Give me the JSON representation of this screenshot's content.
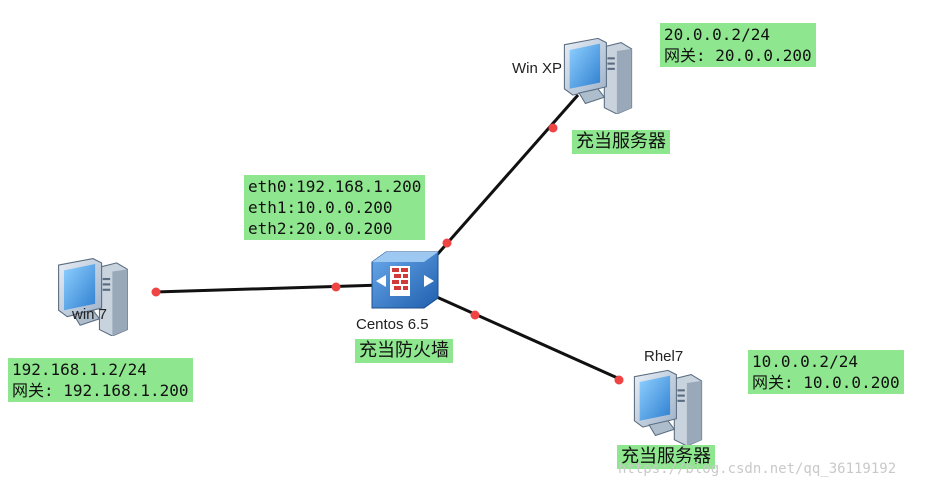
{
  "nodes": {
    "winxp": {
      "label": "Win XP",
      "role": "充当服务器",
      "info": "20.0.0.2/24\n网关: 20.0.0.200"
    },
    "win7": {
      "label": "win 7",
      "info": "192.168.1.2/24\n网关: 192.168.1.200"
    },
    "centos": {
      "label": "Centos 6.5",
      "role": "充当防火墙",
      "info": "eth0:192.168.1.200\neth1:10.0.0.200\neth2:20.0.0.200"
    },
    "rhel7": {
      "label": "Rhel7",
      "role": "充当服务器",
      "info": "10.0.0.2/24\n网关: 10.0.0.200"
    }
  },
  "watermark": "https://blog.csdn.net/qq_36119192",
  "colors": {
    "label_bg": "#8ee68e",
    "link": "#111111",
    "port": "#ee4444",
    "pc_blue": "#4a8fd6",
    "firewall_blue": "#3a78c8"
  },
  "icons": {
    "pc": "desktop-computer-icon",
    "firewall": "firewall-icon"
  }
}
